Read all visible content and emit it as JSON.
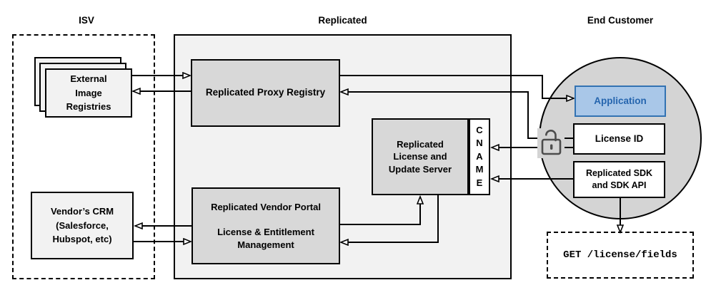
{
  "lanes": {
    "isv": {
      "title": "ISV"
    },
    "replicated": {
      "title": "Replicated"
    },
    "end_customer": {
      "title": "End Customer"
    }
  },
  "nodes": {
    "external_image_registries": {
      "label": "External\nImage\nRegistries"
    },
    "vendors_crm": {
      "label": "Vendor’s CRM\n(Salesforce,\nHubspot, etc)"
    },
    "proxy_registry": {
      "label": "Replicated Proxy Registry"
    },
    "vendor_portal": {
      "label": "Replicated Vendor Portal\n\nLicense & Entitlement\nManagement"
    },
    "license_update_server": {
      "label": "Replicated\nLicense and\nUpdate Server"
    },
    "cname": {
      "label": "CNAME"
    },
    "application": {
      "label": "Application"
    },
    "license_id": {
      "label": "License ID"
    },
    "replicated_sdk": {
      "label": "Replicated SDK\nand SDK API"
    },
    "get_license_fields": {
      "label": "GET /license/fields"
    }
  },
  "icons": {
    "unlock_icon": "open-padlock"
  },
  "edges": [
    {
      "from": "external-image-registries",
      "to": "replicated-proxy-registry"
    },
    {
      "from": "replicated-proxy-registry",
      "to": "external-image-registries"
    },
    {
      "from": "replicated-vendor-portal",
      "to": "vendors-crm"
    },
    {
      "from": "vendors-crm",
      "to": "replicated-vendor-portal"
    },
    {
      "from": "replicated-proxy-registry",
      "to": "application"
    },
    {
      "from": "license-id",
      "to": "replicated-proxy-registry"
    },
    {
      "from": "license-id",
      "to": "cname"
    },
    {
      "from": "replicated-sdk",
      "to": "cname"
    },
    {
      "from": "replicated-vendor-portal",
      "to": "replicated-license-update-server"
    },
    {
      "from": "replicated-license-update-server",
      "to": "replicated-vendor-portal"
    },
    {
      "from": "replicated-sdk",
      "to": "get-license-fields"
    }
  ],
  "colors": {
    "lane_fill": "#f2f2f2",
    "node_fill": "#d8d8d8",
    "light_fill": "#f2f2f2",
    "white_fill": "#ffffff",
    "circle_fill": "#d4d4d4",
    "application_fill": "#a9c7e8",
    "application_border": "#3272b2",
    "application_text": "#2565ae",
    "line": "#000000",
    "lock": "#4d4d4d"
  }
}
